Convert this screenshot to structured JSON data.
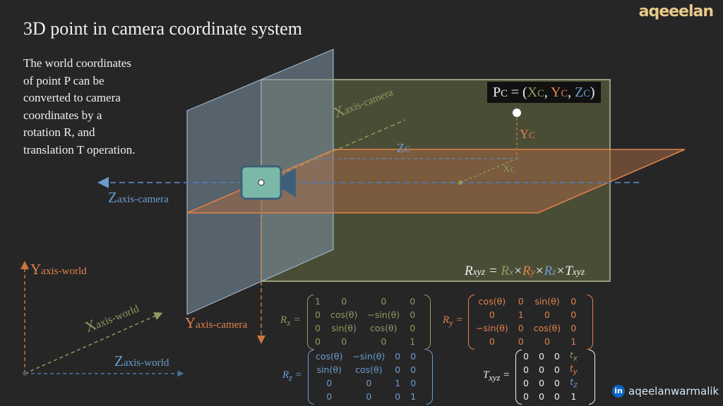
{
  "title": "3D point in camera coordinate system",
  "description": [
    "The world coordinates",
    "of point P can be",
    "converted to camera",
    "coordinates by a",
    "rotation R, and",
    "translation T operation."
  ],
  "logo": "aqeeelan",
  "colors": {
    "green": "#8f9a62",
    "orange": "#e3814b",
    "blue": "#6b9ccf",
    "plane_bg": "#4a4d36"
  },
  "point_label": {
    "prefix": "P",
    "sub": "C",
    "eq": " = (",
    "x": "X",
    "y": "Y",
    "z": "Z",
    "close": ")",
    "sep": ", "
  },
  "labels": {
    "x_axis_camera": {
      "main": "X",
      "sub": "axis-camera"
    },
    "z_axis_camera": {
      "main": "Z",
      "sub": "axis-camera"
    },
    "y_axis_camera": {
      "main": "Y",
      "sub": "axis-camera"
    },
    "y_axis_world": {
      "main": "Y",
      "sub": "axis-world"
    },
    "x_axis_world": {
      "main": "X",
      "sub": "axis-world"
    },
    "z_axis_world": {
      "main": "Z",
      "sub": "axis-world"
    },
    "yc": {
      "main": "Y",
      "sub": "C"
    },
    "zc": {
      "main": "Z",
      "sub": "C"
    },
    "xc": {
      "main": "X",
      "sub": "C"
    }
  },
  "rxyz": {
    "lhs": "R",
    "lhs_sub": "xyz",
    "eq": " = ",
    "rx": "R",
    "rx_sub": "x",
    "times": "×",
    "ry": "R",
    "ry_sub": "y",
    "rz": "R",
    "rz_sub": "z",
    "t": "T",
    "t_sub": "xyz"
  },
  "matrices": {
    "rx": {
      "name": "R",
      "sub": "x",
      "eq": " =",
      "rows": [
        [
          "1",
          "0",
          "0",
          "0"
        ],
        [
          "0",
          "cos(θ)",
          "−sin(θ)",
          "0"
        ],
        [
          "0",
          "sin(θ)",
          "cos(θ)",
          "0"
        ],
        [
          "0",
          "0",
          "0",
          "1"
        ]
      ]
    },
    "ry": {
      "name": "R",
      "sub": "y",
      "eq": " =",
      "rows": [
        [
          "cos(θ)",
          "0",
          "sin(θ)",
          "0"
        ],
        [
          "0",
          "1",
          "0",
          "0"
        ],
        [
          "−sin(θ)",
          "0",
          "cos(θ)",
          "0"
        ],
        [
          "0",
          "0",
          "0",
          "1"
        ]
      ]
    },
    "rz": {
      "name": "R",
      "sub": "z",
      "eq": " =",
      "rows": [
        [
          "cos(θ)",
          "−sin(θ)",
          "0",
          "0"
        ],
        [
          "sin(θ)",
          "cos(θ)",
          "0",
          "0"
        ],
        [
          "0",
          "0",
          "1",
          "0"
        ],
        [
          "0",
          "0",
          "0",
          "1"
        ]
      ]
    },
    "txyz": {
      "name": "T",
      "sub": "xyz",
      "eq": " =",
      "rows": [
        [
          "0",
          "0",
          "0",
          "t"
        ],
        [
          "0",
          "0",
          "0",
          "t"
        ],
        [
          "0",
          "0",
          "0",
          "t"
        ],
        [
          "0",
          "0",
          "0",
          "1"
        ]
      ],
      "tsubs": [
        "x",
        "y",
        "z"
      ]
    }
  },
  "linkedin": {
    "icon": "linkedin-icon",
    "handle": "aqeelanwarmalik"
  }
}
